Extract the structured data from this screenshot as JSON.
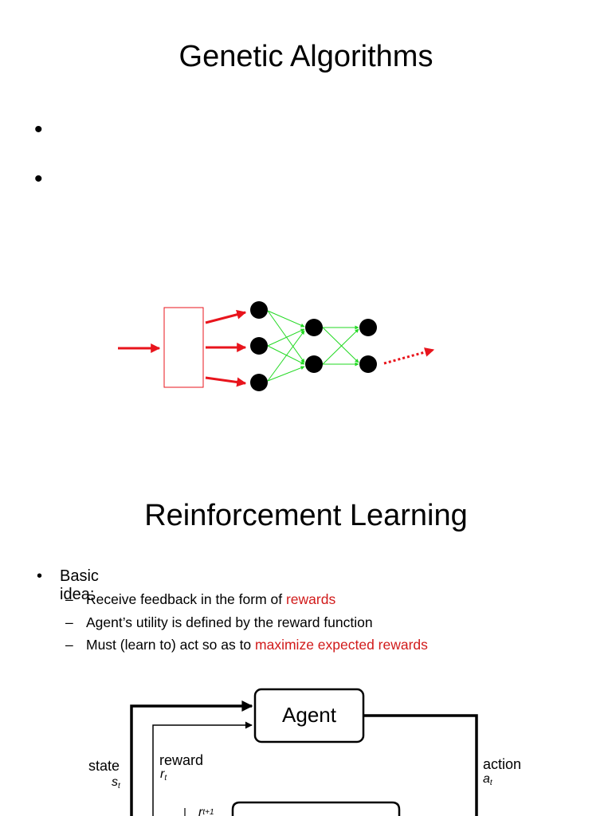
{
  "slide1": {
    "title": "Genetic Algorithms",
    "bullets": [
      "•",
      "•"
    ]
  },
  "slide2": {
    "title": "Reinforcement Learning",
    "bullet_glyph": "•",
    "dash_glyph": "–",
    "main_bullet": "Basic idea:",
    "sub_bullets": [
      {
        "text": "Receive feedback in the form of ",
        "highlight": "rewards"
      },
      {
        "text": "Agent’s utility is defined by the reward function",
        "highlight": ""
      },
      {
        "text": "Must (learn to) act so as to ",
        "highlight": "maximize expected rewards"
      }
    ],
    "highlight_color": "#d11a1a",
    "diagram": {
      "agent_label": "Agent",
      "state_label": "state",
      "state_symbol": "s",
      "state_subscript": "t",
      "reward_label": "reward",
      "reward_symbol": "r",
      "reward_subscript": "t",
      "reward_next_symbol": "r",
      "reward_next_subscript": "t+1",
      "action_label": "action",
      "action_symbol": "a",
      "action_subscript": "t"
    }
  },
  "network_colors": {
    "input_arrows": "#e8141c",
    "box_border": "#e8141c",
    "connections": "#22d922",
    "nodes": "#000000"
  }
}
